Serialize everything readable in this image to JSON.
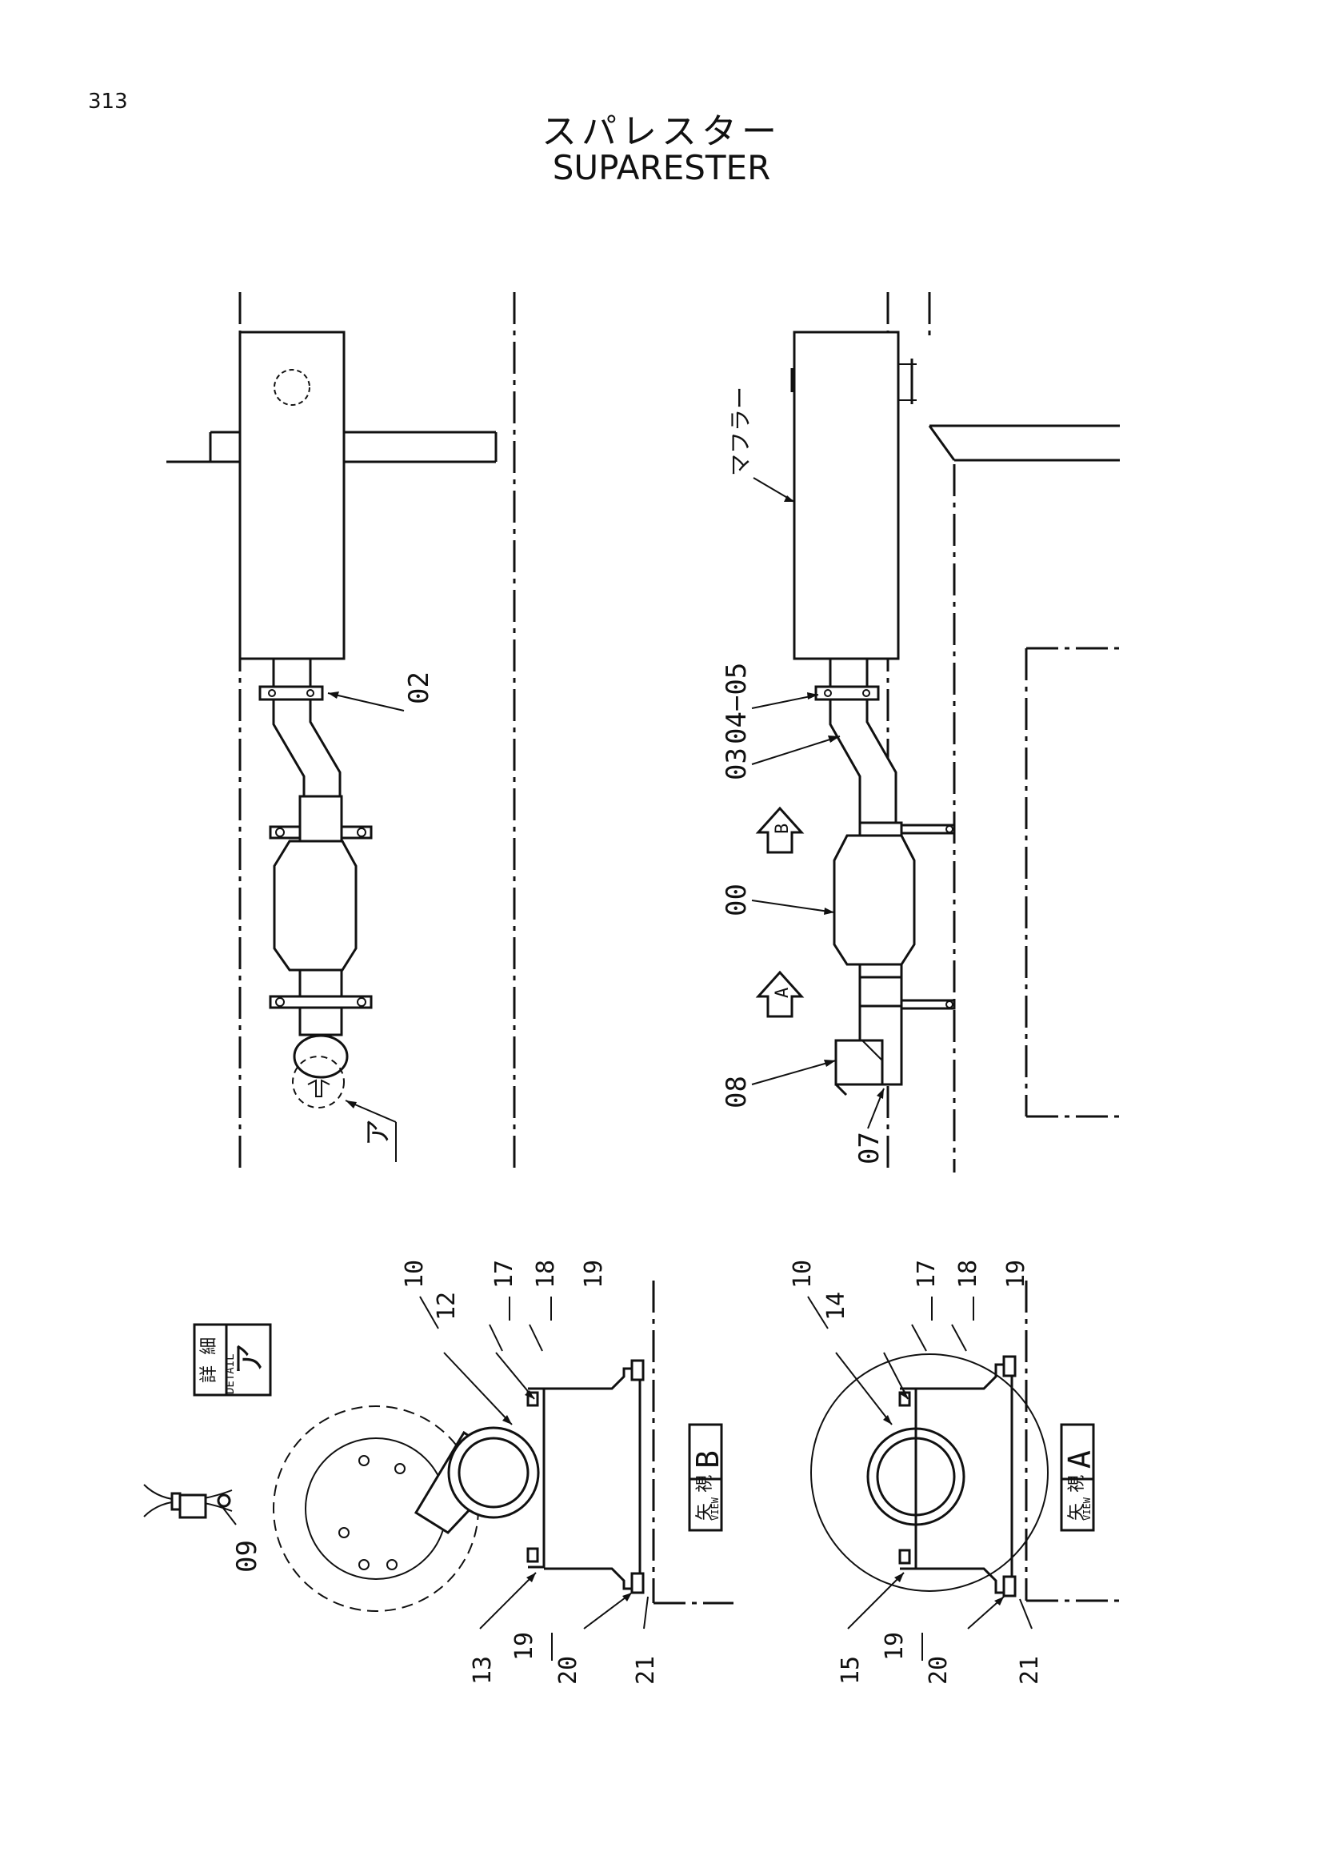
{
  "page": {
    "number": "313"
  },
  "title": {
    "japanese": "スパレスター",
    "english": "SUPARESTER"
  },
  "callouts": {
    "top_left": {
      "ref_02": "02",
      "detail_mark": "ア"
    },
    "top_right": {
      "muffler": "マフラー",
      "ref_04_05": "04−05",
      "ref_03": "03",
      "ref_00": "00",
      "ref_08": "08",
      "ref_07": "07",
      "arrow_b": "B",
      "arrow_a": "A"
    },
    "detail_a": {
      "label_jp": "詳 細",
      "label_en": "DETAIL",
      "mark": "ア",
      "ref_09": "09"
    },
    "view_b": {
      "label_jp": "矢 視",
      "label_en": "VIEW",
      "letter": "B",
      "refs_top": [
        "10",
        "12",
        "17",
        "18",
        "19"
      ],
      "refs_bottom": [
        "13",
        "19",
        "20",
        "21"
      ]
    },
    "view_a": {
      "label_jp": "矢 視",
      "label_en": "VIEW",
      "letter": "A",
      "refs_top": [
        "10",
        "14",
        "17",
        "18",
        "19"
      ],
      "refs_bottom": [
        "15",
        "19",
        "20",
        "21"
      ]
    }
  }
}
